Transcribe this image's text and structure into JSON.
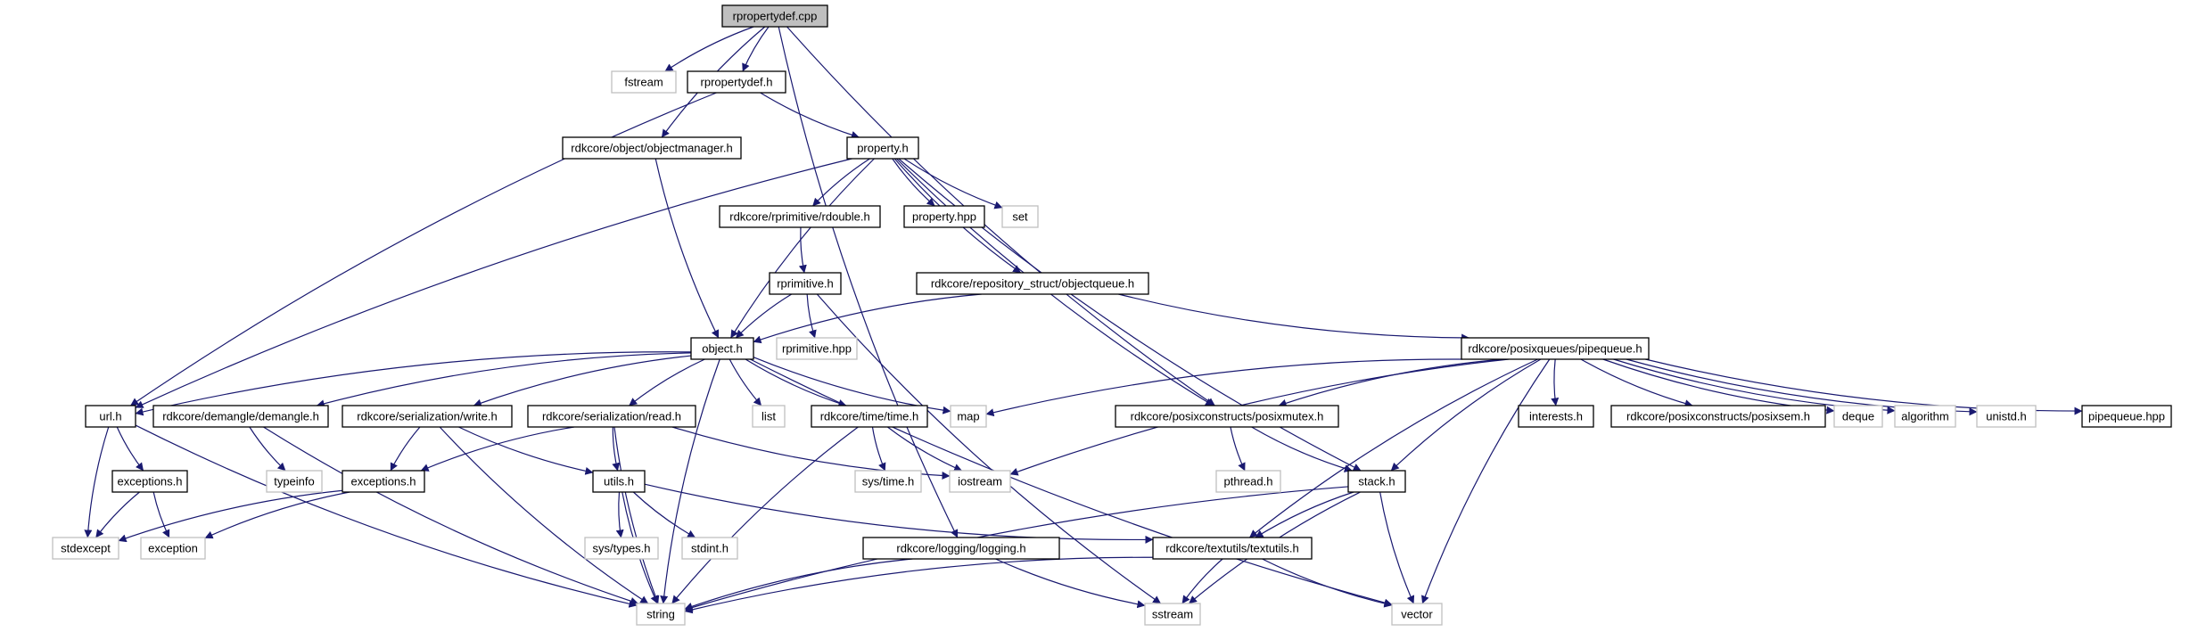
{
  "diagram": {
    "colors": {
      "edge": "#191970",
      "system_border": "#bfbfbf",
      "project_border": "#000000",
      "root_fill": "#bfbfbf"
    },
    "nodes": [
      {
        "id": "rpropertydef_cpp",
        "label": "rpropertydef.cpp",
        "kind": "root"
      },
      {
        "id": "fstream",
        "label": "fstream",
        "kind": "system"
      },
      {
        "id": "rpropertydef_h",
        "label": "rpropertydef.h",
        "kind": "project"
      },
      {
        "id": "objectmanager_h",
        "label": "rdkcore/object/objectmanager.h",
        "kind": "project"
      },
      {
        "id": "property_h",
        "label": "property.h",
        "kind": "project"
      },
      {
        "id": "rdouble_h",
        "label": "rdkcore/rprimitive/rdouble.h",
        "kind": "project"
      },
      {
        "id": "property_hpp",
        "label": "property.hpp",
        "kind": "project"
      },
      {
        "id": "set",
        "label": "set",
        "kind": "system"
      },
      {
        "id": "rprimitive_h",
        "label": "rprimitive.h",
        "kind": "project"
      },
      {
        "id": "objectqueue_h",
        "label": "rdkcore/repository_struct/objectqueue.h",
        "kind": "project"
      },
      {
        "id": "object_h",
        "label": "object.h",
        "kind": "project"
      },
      {
        "id": "rprimitive_hpp",
        "label": "rprimitive.hpp",
        "kind": "system"
      },
      {
        "id": "pipequeue_h",
        "label": "rdkcore/posixqueues/pipequeue.h",
        "kind": "project"
      },
      {
        "id": "url_h",
        "label": "url.h",
        "kind": "project"
      },
      {
        "id": "demangle_h",
        "label": "rdkcore/demangle/demangle.h",
        "kind": "project"
      },
      {
        "id": "write_h",
        "label": "rdkcore/serialization/write.h",
        "kind": "project"
      },
      {
        "id": "read_h",
        "label": "rdkcore/serialization/read.h",
        "kind": "project"
      },
      {
        "id": "list",
        "label": "list",
        "kind": "system"
      },
      {
        "id": "time_h",
        "label": "rdkcore/time/time.h",
        "kind": "project"
      },
      {
        "id": "map",
        "label": "map",
        "kind": "system"
      },
      {
        "id": "posixmutex_h",
        "label": "rdkcore/posixconstructs/posixmutex.h",
        "kind": "project"
      },
      {
        "id": "interests_h",
        "label": "interests.h",
        "kind": "project"
      },
      {
        "id": "posixsem_h",
        "label": "rdkcore/posixconstructs/posixsem.h",
        "kind": "project"
      },
      {
        "id": "deque",
        "label": "deque",
        "kind": "system"
      },
      {
        "id": "algorithm",
        "label": "algorithm",
        "kind": "system"
      },
      {
        "id": "unistd_h",
        "label": "unistd.h",
        "kind": "system"
      },
      {
        "id": "pipequeue_hpp",
        "label": "pipequeue.hpp",
        "kind": "project"
      },
      {
        "id": "exceptions_h_a",
        "label": "exceptions.h",
        "kind": "project"
      },
      {
        "id": "typeinfo",
        "label": "typeinfo",
        "kind": "system"
      },
      {
        "id": "exceptions_h_b",
        "label": "exceptions.h",
        "kind": "project"
      },
      {
        "id": "utils_h",
        "label": "utils.h",
        "kind": "project"
      },
      {
        "id": "sys_time_h",
        "label": "sys/time.h",
        "kind": "system"
      },
      {
        "id": "iostream",
        "label": "iostream",
        "kind": "system"
      },
      {
        "id": "pthread_h",
        "label": "pthread.h",
        "kind": "system"
      },
      {
        "id": "stack_h",
        "label": "stack.h",
        "kind": "project"
      },
      {
        "id": "stdexcept",
        "label": "stdexcept",
        "kind": "system"
      },
      {
        "id": "exception",
        "label": "exception",
        "kind": "system"
      },
      {
        "id": "sys_types_h",
        "label": "sys/types.h",
        "kind": "system"
      },
      {
        "id": "stdint_h",
        "label": "stdint.h",
        "kind": "system"
      },
      {
        "id": "logging_h",
        "label": "rdkcore/logging/logging.h",
        "kind": "project"
      },
      {
        "id": "textutils_h",
        "label": "rdkcore/textutils/textutils.h",
        "kind": "project"
      },
      {
        "id": "string",
        "label": "string",
        "kind": "system"
      },
      {
        "id": "sstream",
        "label": "sstream",
        "kind": "system"
      },
      {
        "id": "vector",
        "label": "vector",
        "kind": "system"
      }
    ],
    "edges": [
      [
        "rpropertydef_cpp",
        "fstream"
      ],
      [
        "rpropertydef_cpp",
        "rpropertydef_h"
      ],
      [
        "rpropertydef_cpp",
        "objectmanager_h"
      ],
      [
        "rpropertydef_cpp",
        "logging_h"
      ],
      [
        "rpropertydef_cpp",
        "posixmutex_h"
      ],
      [
        "rpropertydef_h",
        "property_h"
      ],
      [
        "rpropertydef_h",
        "url_h"
      ],
      [
        "objectmanager_h",
        "object_h"
      ],
      [
        "property_h",
        "rdouble_h"
      ],
      [
        "property_h",
        "property_hpp"
      ],
      [
        "property_h",
        "set"
      ],
      [
        "property_h",
        "object_h"
      ],
      [
        "property_h",
        "objectqueue_h"
      ],
      [
        "property_h",
        "url_h"
      ],
      [
        "property_h",
        "stack_h"
      ],
      [
        "property_h",
        "posixmutex_h"
      ],
      [
        "rdouble_h",
        "rprimitive_h"
      ],
      [
        "rprimitive_h",
        "object_h"
      ],
      [
        "rprimitive_h",
        "rprimitive_hpp"
      ],
      [
        "rprimitive_h",
        "sstream"
      ],
      [
        "objectqueue_h",
        "object_h"
      ],
      [
        "objectqueue_h",
        "pipequeue_h"
      ],
      [
        "object_h",
        "url_h"
      ],
      [
        "object_h",
        "demangle_h"
      ],
      [
        "object_h",
        "write_h"
      ],
      [
        "object_h",
        "read_h"
      ],
      [
        "object_h",
        "list"
      ],
      [
        "object_h",
        "time_h"
      ],
      [
        "object_h",
        "map"
      ],
      [
        "object_h",
        "string"
      ],
      [
        "object_h",
        "vector"
      ],
      [
        "pipequeue_h",
        "map"
      ],
      [
        "pipequeue_h",
        "iostream"
      ],
      [
        "pipequeue_h",
        "posixmutex_h"
      ],
      [
        "pipequeue_h",
        "interests_h"
      ],
      [
        "pipequeue_h",
        "posixsem_h"
      ],
      [
        "pipequeue_h",
        "deque"
      ],
      [
        "pipequeue_h",
        "algorithm"
      ],
      [
        "pipequeue_h",
        "unistd_h"
      ],
      [
        "pipequeue_h",
        "pipequeue_hpp"
      ],
      [
        "pipequeue_h",
        "stack_h"
      ],
      [
        "pipequeue_h",
        "textutils_h"
      ],
      [
        "pipequeue_h",
        "vector"
      ],
      [
        "url_h",
        "exceptions_h_a"
      ],
      [
        "url_h",
        "stdexcept"
      ],
      [
        "url_h",
        "string"
      ],
      [
        "demangle_h",
        "typeinfo"
      ],
      [
        "demangle_h",
        "string"
      ],
      [
        "write_h",
        "exceptions_h_b"
      ],
      [
        "write_h",
        "utils_h"
      ],
      [
        "write_h",
        "string"
      ],
      [
        "read_h",
        "exceptions_h_b"
      ],
      [
        "read_h",
        "utils_h"
      ],
      [
        "read_h",
        "string"
      ],
      [
        "read_h",
        "iostream"
      ],
      [
        "time_h",
        "sys_time_h"
      ],
      [
        "time_h",
        "iostream"
      ],
      [
        "time_h",
        "string"
      ],
      [
        "posixmutex_h",
        "pthread_h"
      ],
      [
        "posixmutex_h",
        "stack_h"
      ],
      [
        "exceptions_h_a",
        "stdexcept"
      ],
      [
        "exceptions_h_a",
        "exception"
      ],
      [
        "exceptions_h_b",
        "stdexcept"
      ],
      [
        "exceptions_h_b",
        "exception"
      ],
      [
        "utils_h",
        "sys_types_h"
      ],
      [
        "utils_h",
        "stdint_h"
      ],
      [
        "utils_h",
        "string"
      ],
      [
        "utils_h",
        "textutils_h"
      ],
      [
        "stack_h",
        "textutils_h"
      ],
      [
        "stack_h",
        "string"
      ],
      [
        "stack_h",
        "sstream"
      ],
      [
        "stack_h",
        "vector"
      ],
      [
        "logging_h",
        "string"
      ],
      [
        "logging_h",
        "sstream"
      ],
      [
        "textutils_h",
        "string"
      ],
      [
        "textutils_h",
        "sstream"
      ],
      [
        "textutils_h",
        "vector"
      ]
    ]
  }
}
